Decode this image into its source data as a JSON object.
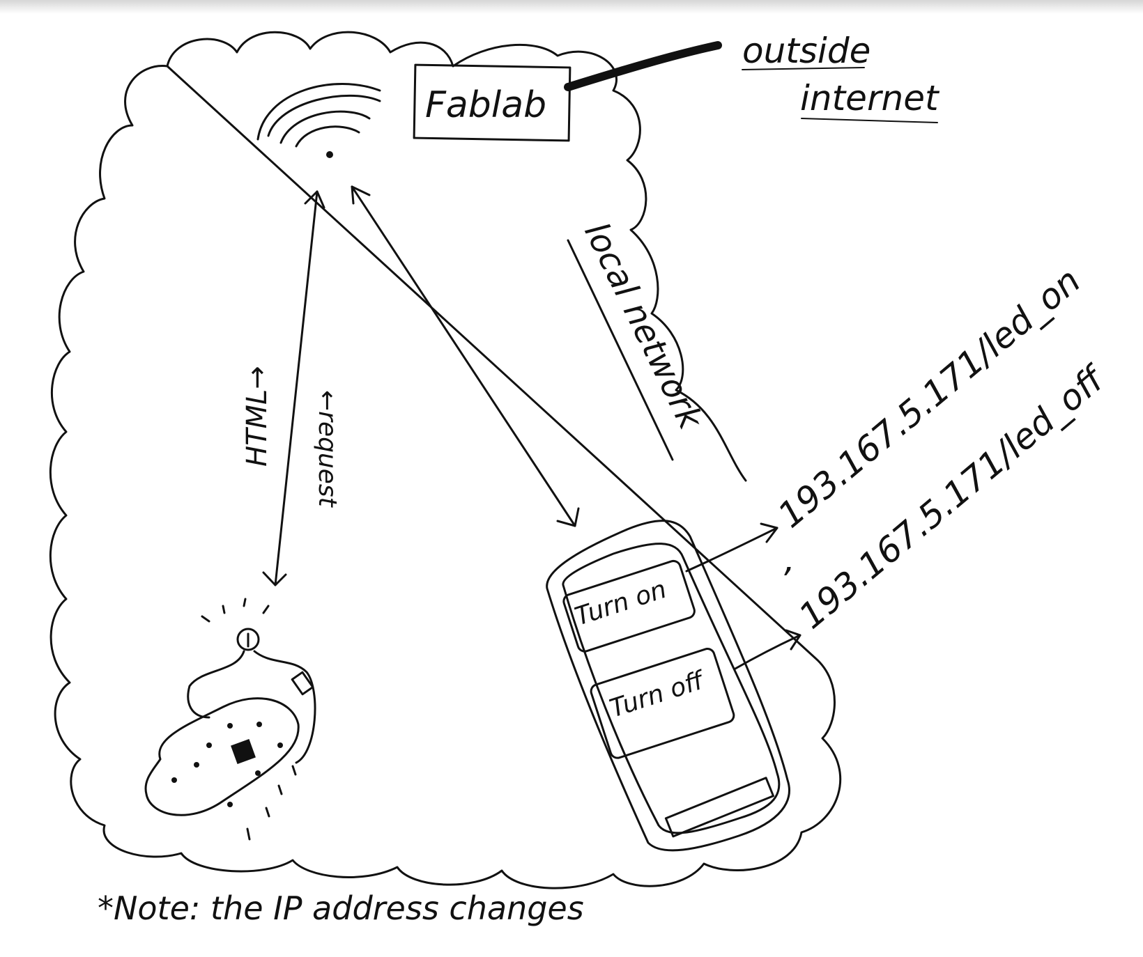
{
  "labels": {
    "router_box": "Fablab",
    "outside_line1": "outside",
    "outside_line2": "internet",
    "local_network": "local network",
    "html_arrow": "HTML→",
    "request_arrow": "←request",
    "ip_on": "193.167.5.171/led_on",
    "ip_off": "193.167.5.171/led_off",
    "comma": ",",
    "button_on": "Turn on",
    "button_off": "Turn off",
    "note": "*Note: the IP address changes"
  }
}
